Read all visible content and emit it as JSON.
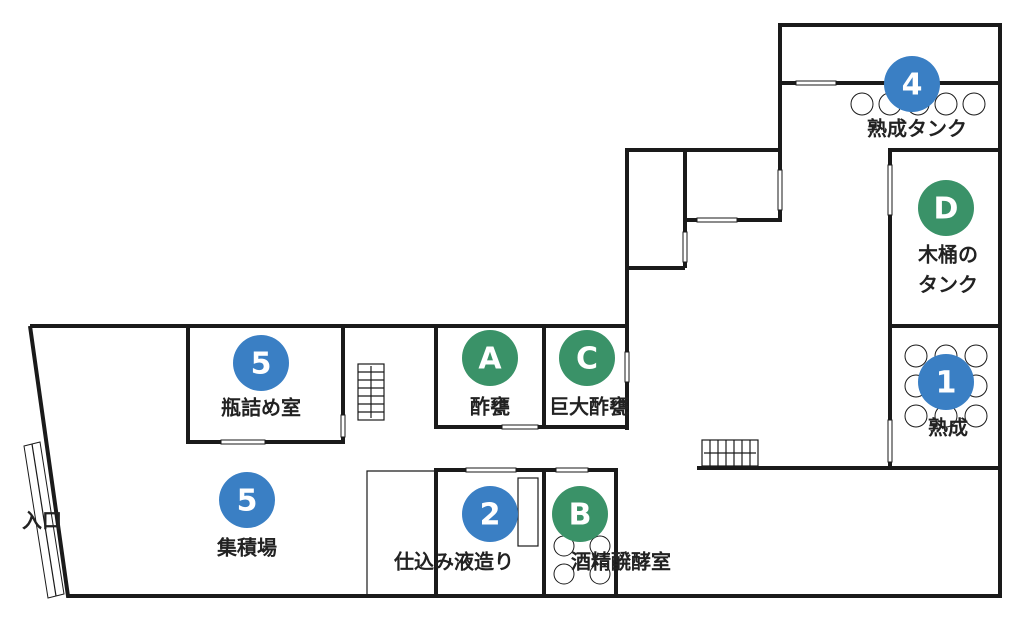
{
  "colors": {
    "blue": "#3a7fc4",
    "green": "#3a9268",
    "wall": "#1a1a1a"
  },
  "markers": {
    "m4": "4",
    "mD": "D",
    "m1": "1",
    "m5a": "5",
    "m5b": "5",
    "mA": "A",
    "mC": "C",
    "m2": "2",
    "mB": "B"
  },
  "rooms": {
    "jukusei_tank": "熟成タンク",
    "kioke_line1": "木桶の",
    "kioke_line2": "タンク",
    "jukusei": "熟成",
    "bin_tsume": "瓶詰め室",
    "sakuyou": "酢甕",
    "kyodai_sakuyou": "巨大酢甕",
    "shuseki": "集積場",
    "shikomi": "仕込み液造り",
    "hakkou": "酒精醗酵室",
    "iriguchi": "入口"
  }
}
